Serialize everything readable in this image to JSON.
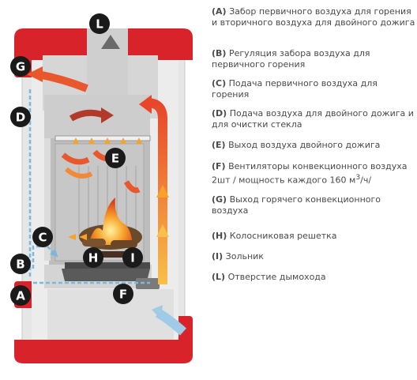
{
  "diagram": {
    "badges": {
      "L": "L",
      "G": "G",
      "D": "D",
      "E": "E",
      "C": "C",
      "H": "H",
      "I": "I",
      "B": "B",
      "A": "A",
      "F": "F"
    }
  },
  "legend": [
    {
      "key": "(A)",
      "text": "Забор первичного воздуха для горения   и вторичного воздуха  для двойного дожига"
    },
    {
      "key": "(B)",
      "text": "Регуляция забора воздуха для первичного горения"
    },
    {
      "key": "(C)",
      "text": "Подача первичного воздуха для горения"
    },
    {
      "key": "(D)",
      "text": "Подача воздуха для двойного дожига и для очистки стекла"
    },
    {
      "key": "(E)",
      "text": "Выход воздуха двойного дожига"
    },
    {
      "key": "(F)",
      "text": "Вентиляторы конвекционного воздуха",
      "line2_pre": "2шт  / мощность каждого 160 м",
      "sup": "3",
      "line2_post": "/ч/"
    },
    {
      "key": "(G)",
      "text": "Выход горячего конвекционного воздуха"
    },
    {
      "key": "(H)",
      "text": "Колосниковая решетка"
    },
    {
      "key": "(I)",
      "text": "Зольник"
    },
    {
      "key": "(L)",
      "text": "Отверстие дымохода"
    }
  ],
  "colors": {
    "red": "#d8232a",
    "body": "#e4e4e4",
    "cold_air": "#7ab8dc",
    "hot_air": "#e8582c",
    "badge": "#1a1a1a"
  }
}
